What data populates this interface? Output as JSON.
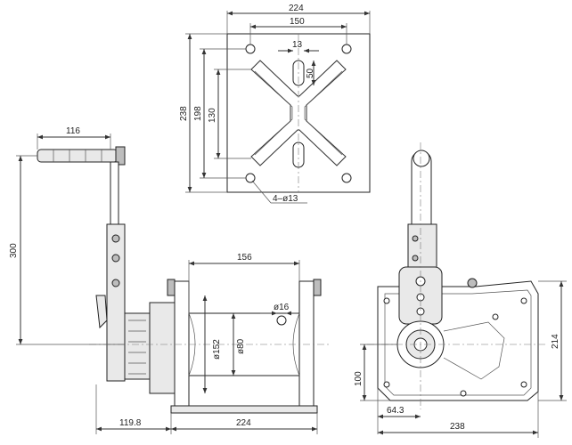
{
  "top_view": {
    "width_overall": "224",
    "hole_spacing_x": "150",
    "slot_width": "13",
    "slot_length": "50",
    "height_overall": "238",
    "hole_spacing_y": "198",
    "cross_height": "130",
    "holes_callout": "4–ø13"
  },
  "side_view": {
    "handle_width": "116",
    "handle_height": "300",
    "drum_length": "156",
    "hole_dia": "ø16",
    "flange_dia": "ø152",
    "drum_dia": "ø80",
    "offset": "119.8",
    "base_width": "224"
  },
  "end_view": {
    "height": "214",
    "axis_height": "100",
    "axis_offset": "64.3",
    "width": "238"
  }
}
